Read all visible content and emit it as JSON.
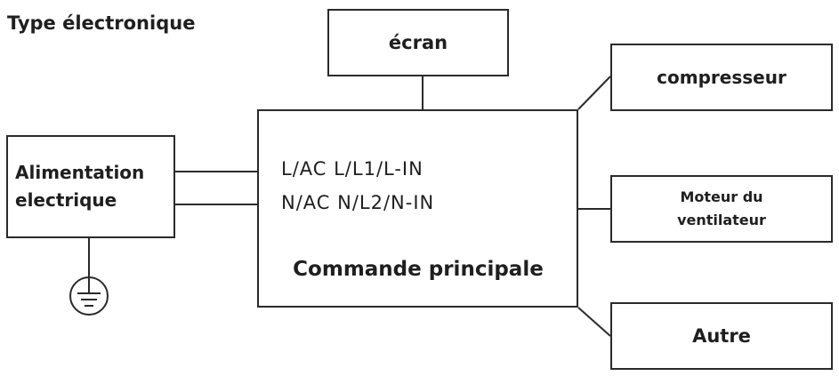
{
  "title": "Type électronique",
  "screen": {
    "label": "écran"
  },
  "power": {
    "line1": "Alimentation",
    "line2": "electrique"
  },
  "main_control": {
    "label": "Commande principale",
    "terminal_l": "L/AC L/L1/L-IN",
    "terminal_n": "N/AC N/L2/N-IN"
  },
  "compressor": {
    "label": "compresseur"
  },
  "fan": {
    "line1": "Moteur du",
    "line2": "ventilateur"
  },
  "other": {
    "label": "Autre"
  },
  "icons": {
    "ground": "ground-symbol-icon"
  },
  "colors": {
    "line": "#2a2a2a",
    "text": "#1f1f1f"
  }
}
